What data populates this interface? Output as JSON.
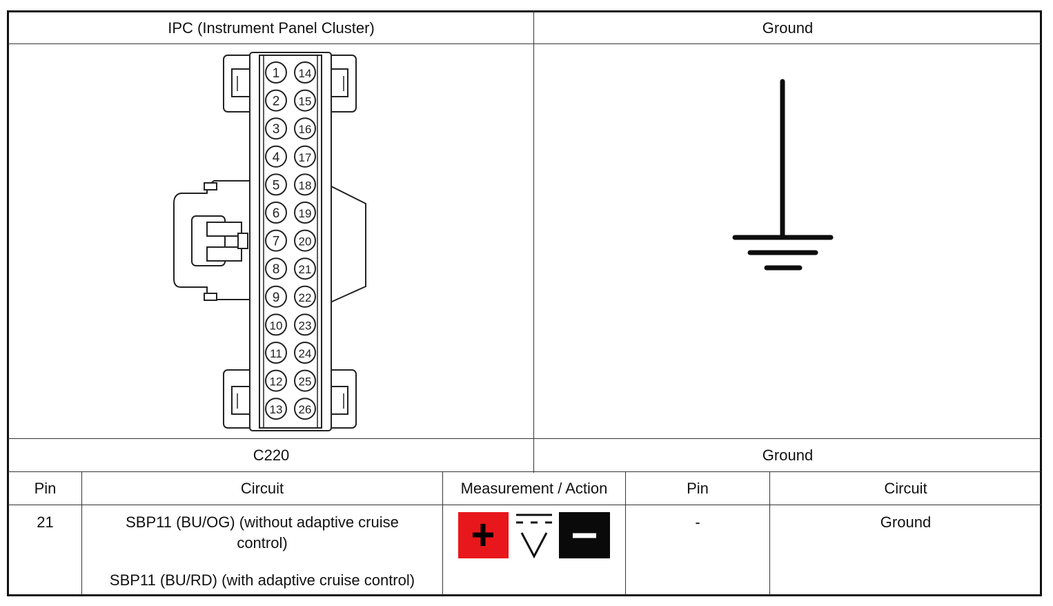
{
  "header": {
    "left_title": "IPC (Instrument Panel Cluster)",
    "right_title": "Ground"
  },
  "connector": {
    "name": "C220",
    "pins_left": [
      "1",
      "2",
      "3",
      "4",
      "5",
      "6",
      "7",
      "8",
      "9",
      "10",
      "11",
      "12",
      "13"
    ],
    "pins_right": [
      "14",
      "15",
      "16",
      "17",
      "18",
      "19",
      "20",
      "21",
      "22",
      "23",
      "24",
      "25",
      "26"
    ]
  },
  "ground_label": "Ground",
  "table": {
    "headers": {
      "pin": "Pin",
      "circuit": "Circuit",
      "measurement": "Measurement / Action",
      "pin2": "Pin",
      "circuit2": "Circuit"
    },
    "row": {
      "pin": "21",
      "circuit_line1": "SBP11 (BU/OG) (without adaptive cruise",
      "circuit_line2": "control)",
      "circuit_line3": "SBP11 (BU/RD) (with adaptive cruise control)",
      "pin2": "-",
      "circuit2": "Ground"
    }
  },
  "colors": {
    "positive_probe": "#e8171b",
    "negative_probe": "#0a0a0a",
    "line": "#111111"
  },
  "icons": {
    "positive": "positive-probe-icon",
    "voltmeter": "dc-voltage-icon",
    "negative": "negative-probe-icon",
    "ground": "ground-symbol-icon"
  }
}
